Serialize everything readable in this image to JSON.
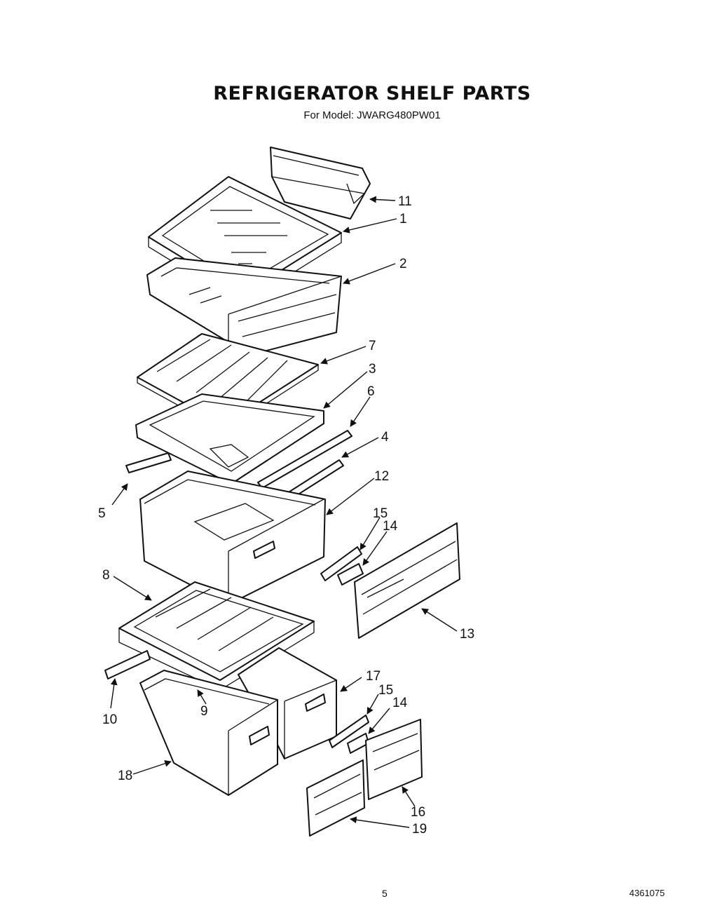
{
  "title": "REFRIGERATOR SHELF PARTS",
  "subtitle": "For Model: JWARG480PW01",
  "page_number": "5",
  "document_number": "4361075",
  "callouts": [
    "11",
    "1",
    "2",
    "7",
    "3",
    "6",
    "4",
    "5",
    "12",
    "15",
    "14",
    "8",
    "13",
    "17",
    "15",
    "14",
    "10",
    "9",
    "18",
    "16",
    "19"
  ]
}
